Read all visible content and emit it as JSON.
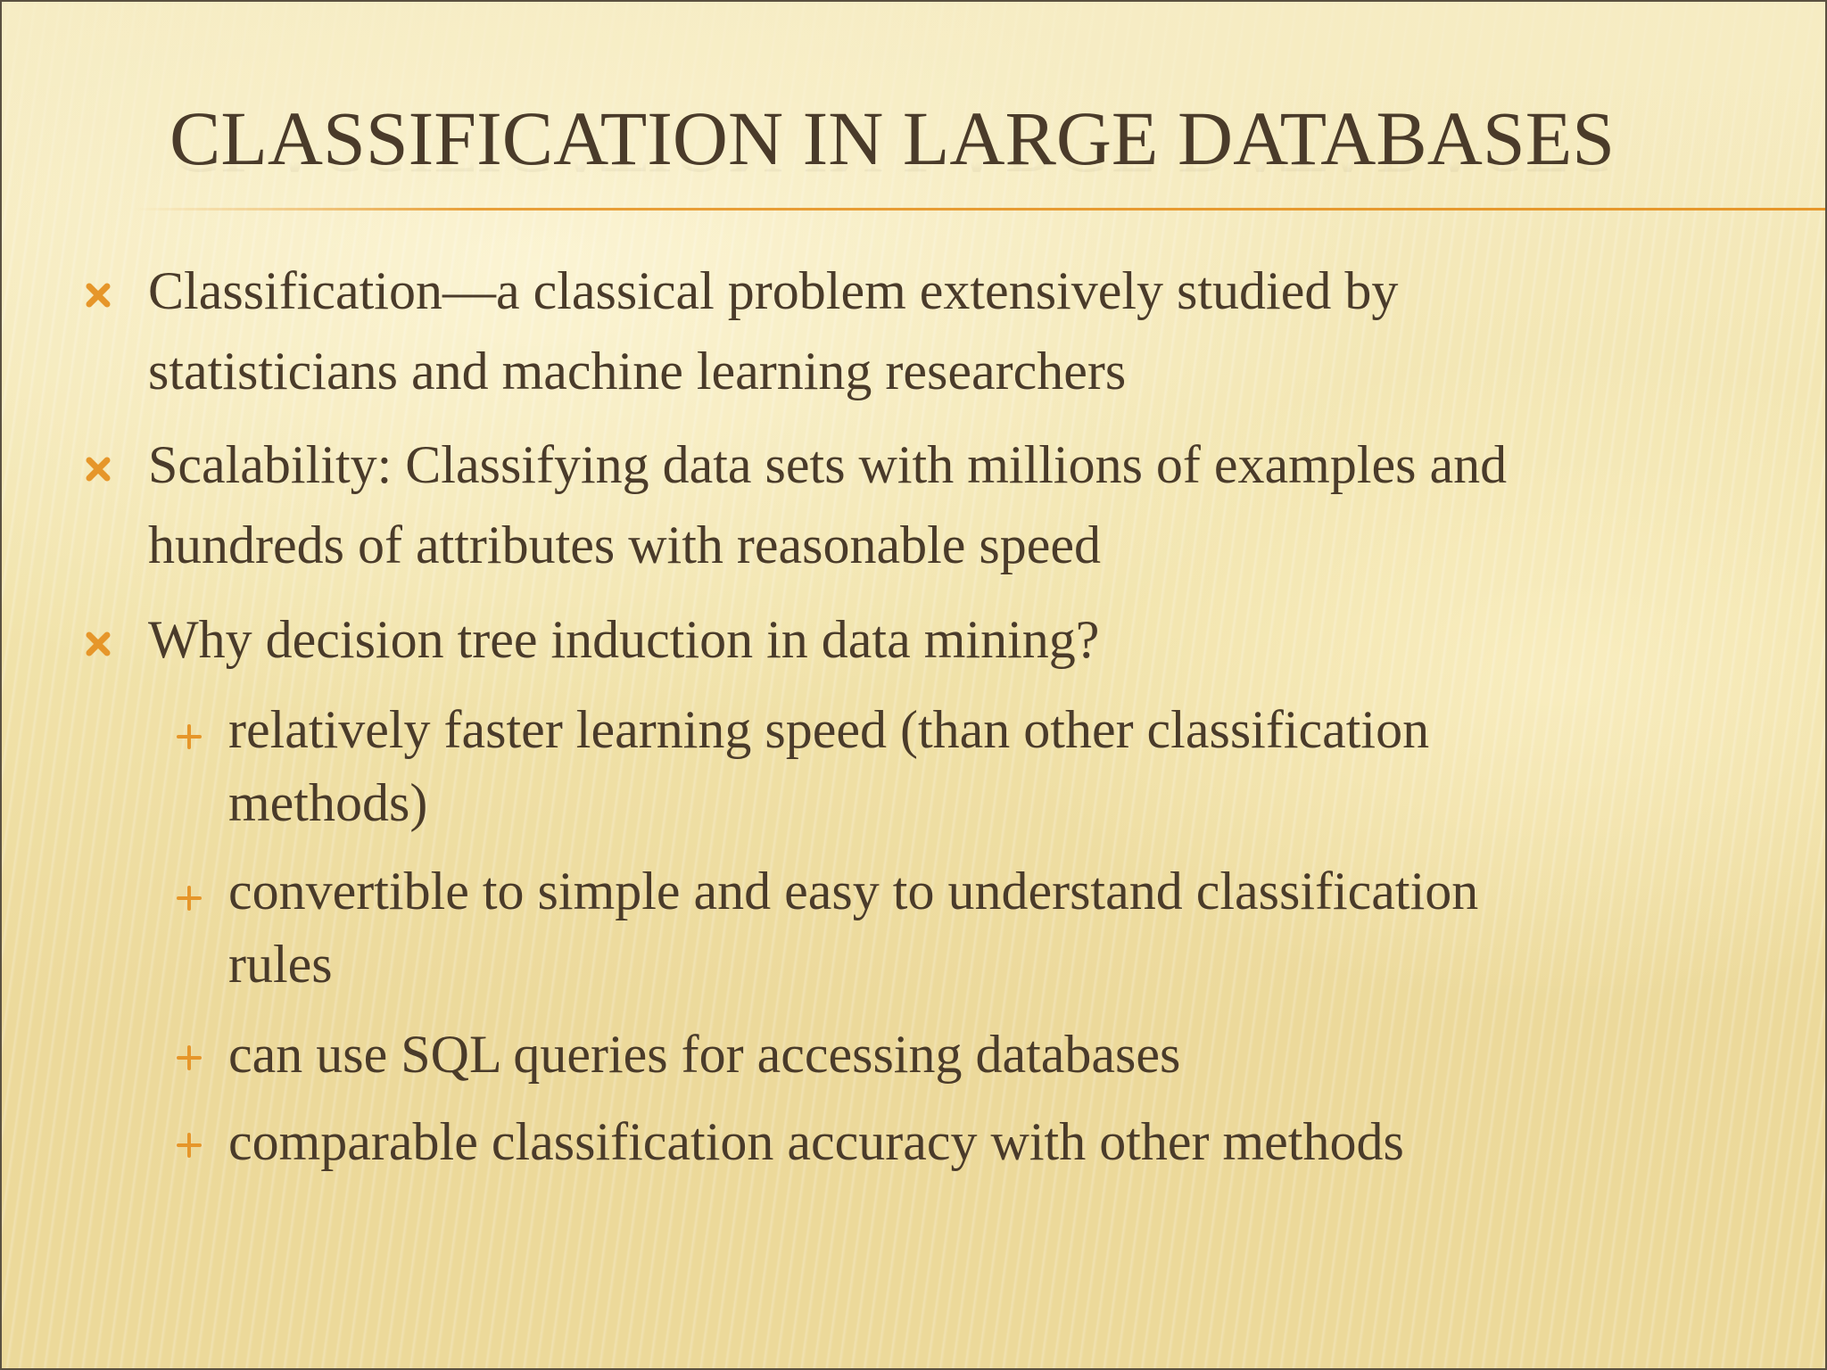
{
  "slide": {
    "title": "CLASSIFICATION IN LARGE DATABASES",
    "accent_color": "#e6962a",
    "text_color": "#4a3b2a",
    "bullets": [
      {
        "level": 1,
        "icon": "x-mark-icon",
        "lines": [
          "Classification—a classical problem extensively studied by",
          "statisticians and machine learning researchers"
        ]
      },
      {
        "level": 1,
        "icon": "x-mark-icon",
        "lines": [
          "Scalability: Classifying data sets with millions of examples and",
          "hundreds of attributes with reasonable speed"
        ]
      },
      {
        "level": 1,
        "icon": "x-mark-icon",
        "lines": [
          "Why decision tree induction in data mining?"
        ]
      },
      {
        "level": 2,
        "icon": "plus-icon",
        "lines": [
          "relatively faster learning speed (than other classification",
          "methods)"
        ]
      },
      {
        "level": 2,
        "icon": "plus-icon",
        "lines": [
          "convertible to simple and easy to understand classification",
          "rules"
        ]
      },
      {
        "level": 2,
        "icon": "plus-icon",
        "lines": [
          "can use SQL queries for accessing databases"
        ]
      },
      {
        "level": 2,
        "icon": "plus-icon",
        "lines": [
          "comparable classification accuracy with other methods"
        ]
      }
    ]
  }
}
